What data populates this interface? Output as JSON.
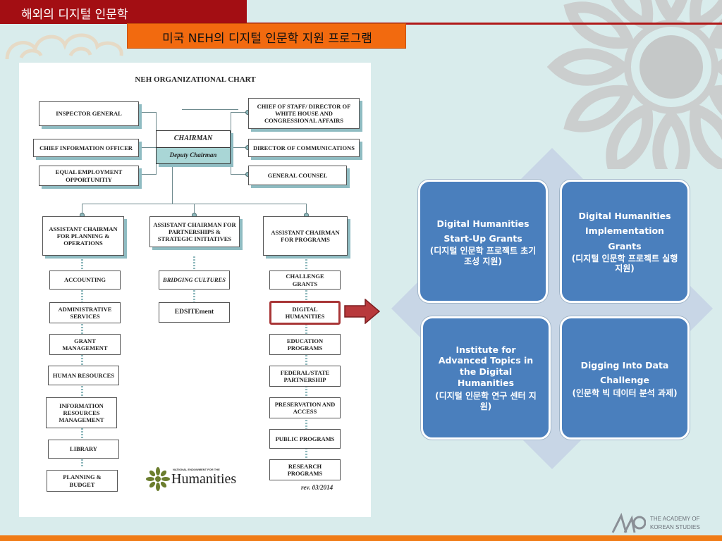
{
  "header": {
    "section_title": "해외의 디지털 인문학",
    "subtitle": "미국 NEH의 디지털 인문학 지원 프로그램"
  },
  "org_chart": {
    "title": "NEH ORGANIZATIONAL CHART",
    "chairman": "CHAIRMAN",
    "deputy": "Deputy Chairman",
    "left_offices": [
      "INSPECTOR GENERAL",
      "CHIEF INFORMATION OFFICER",
      "EQUAL EMPLOYMENT OPPORTUNITIY"
    ],
    "right_offices": [
      "CHIEF OF STAFF/ DIRECTOR OF WHITE HOUSE AND CONGRESSIONAL AFFAIRS",
      "DIRECTOR OF COMMUNICATIONS",
      "GENERAL COUNSEL"
    ],
    "assistants": [
      "ASSISTANT CHAIRMAN FOR PLANNING & OPERATIONS",
      "ASSISTANT CHAIRMAN FOR PARTNERSHIPS & STRATEGIC INITIATIVES",
      "ASSISTANT CHAIRMAN FOR PROGRAMS"
    ],
    "planning_units": [
      "ACCOUNTING",
      "ADMINISTRATIVE SERVICES",
      "GRANT MANAGEMENT",
      "HUMAN RESOURCES",
      "INFORMATION RESOURCES MANAGEMENT",
      "LIBRARY",
      "PLANNING & BUDGET"
    ],
    "partnership_units": [
      "BRIDGING CULTURES",
      "EDSITEment"
    ],
    "program_units": [
      "CHALLENGE GRANTS",
      "DIGITAL HUMANITIES",
      "EDUCATION PROGRAMS",
      "FEDERAL/STATE PARTNERSHIP",
      "PRESERVATION AND ACCESS",
      "PUBLIC PROGRAMS",
      "RESEARCH PROGRAMS"
    ],
    "logo_small": "NATIONAL ENDOWMENT FOR THE",
    "logo_big": "Humanities",
    "rev": "rev. 03/2014"
  },
  "programs": [
    {
      "en": "Digital Humanities Start-Up Grants",
      "ko": "(디지털 인문학 프로젝트 초기 조성 지원)"
    },
    {
      "en": "Digital Humanities Implementation Grants",
      "ko": "(디지털 인문학 프로젝트 실행 지원)"
    },
    {
      "en": "Institute for Advanced Topics in the Digital Humanities",
      "ko": "(디지털 인문학 연구 센터 지원)"
    },
    {
      "en": "Digging Into Data Challenge",
      "ko": "(인문학 빅 데이터 분석 과제)"
    }
  ],
  "footer": {
    "logo_line1": "THE ACADEMY OF",
    "logo_line2": "KOREAN STUDIES"
  },
  "colors": {
    "header_red": "#a30e13",
    "subtitle_orange": "#f26a0f",
    "box_blue": "#4a7fbd",
    "highlight_red": "#b8393c"
  }
}
